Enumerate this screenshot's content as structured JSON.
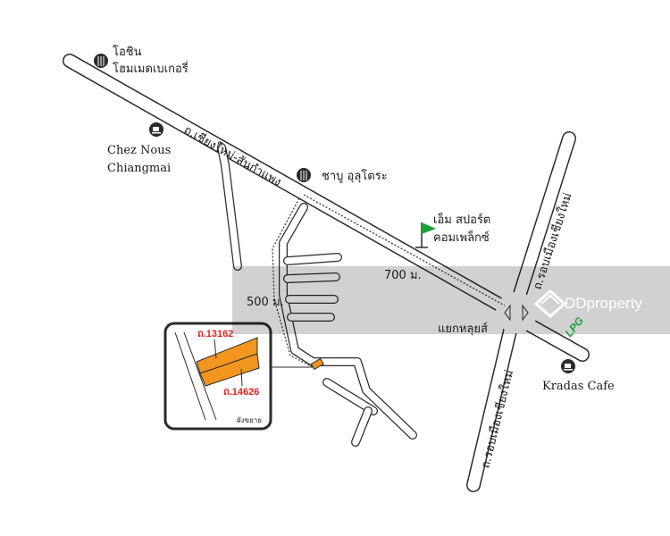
{
  "roads": {
    "main_road": "ถ.เชียงใหม่-สันกำแพง",
    "ring_road_upper": "ถ.รอบเมืองเชียงใหม่",
    "ring_road_lower": "ถ.รอบเมืองเชียงใหม่"
  },
  "places": {
    "bakery_name_1": "โอชิน",
    "bakery_name_2": "โฮมเมดเบเกอรี่",
    "chez_line_1": "Chez Nous",
    "chez_line_2": "Chiangmai",
    "shabu": "ชาบู อุลุโตระ",
    "sport_line_1": "เอ็ม สปอร์ต",
    "sport_line_2": "คอมเพล็กซ์",
    "intersection": "แยกหลุยส์",
    "kradas": "Kradas Cafe",
    "lpg": "LPG"
  },
  "distances": {
    "d700": "700 ม.",
    "d500": "500 ม."
  },
  "inset": {
    "plot_a": "ถ.13162",
    "plot_b": "ถ.14626",
    "caption": "ผังขยาย"
  },
  "watermark": {
    "brand": "DDproperty"
  },
  "colors": {
    "plot": "#f2961e",
    "lpg": "#1aa33c",
    "flag": "#1aa33c",
    "inset_label": "#e02020",
    "watermark_band": "#000000"
  },
  "icons": [
    "restaurant-icon",
    "coffee-cup-icon",
    "golf-flag-icon",
    "lpg-icon",
    "house-icon"
  ]
}
